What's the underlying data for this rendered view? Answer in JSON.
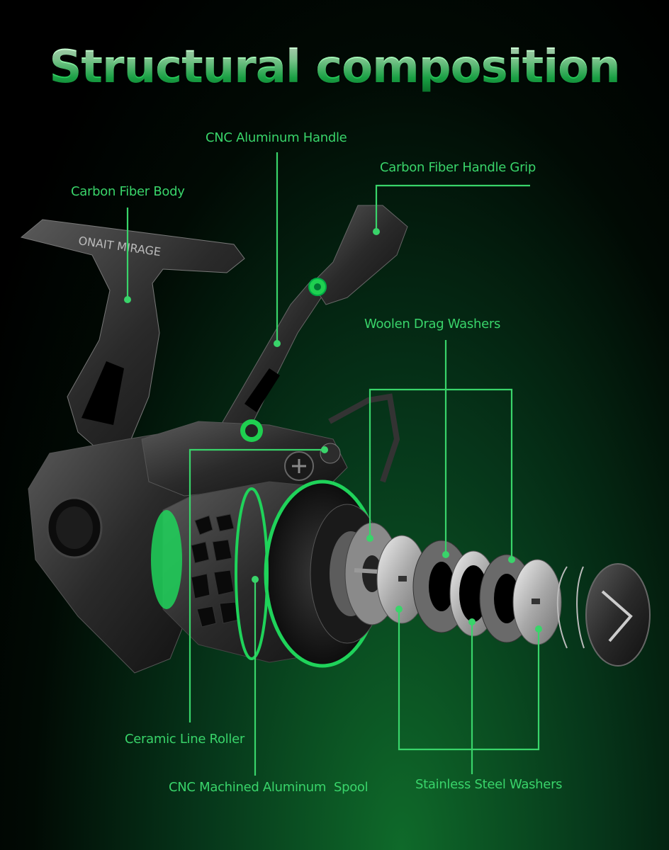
{
  "title": "Structural composition",
  "labels": {
    "cnc_handle": "CNC Aluminum Handle",
    "carbon_grip": "Carbon Fiber Handle Grip",
    "carbon_body": "Carbon Fiber Body",
    "woolen_washers": "Woolen Drag Washers",
    "ceramic_roller": "Ceramic Line Roller",
    "cnc_spool": "CNC Machined Aluminum  Spool",
    "steel_washers": "Stainless Steel Washers"
  },
  "colors": {
    "accent": "#39d46a",
    "background": "#000000",
    "glow": "#0f6a2a"
  }
}
